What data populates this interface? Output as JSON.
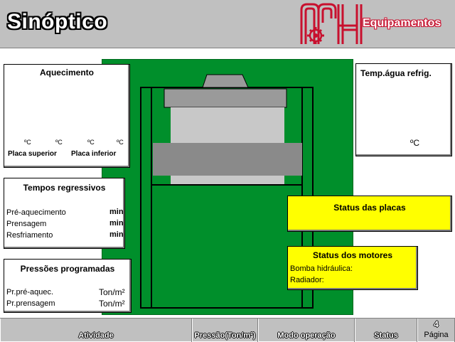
{
  "header": {
    "title": "Sinóptico",
    "brand": "Equipamentos",
    "colors": {
      "brand": "#c8102e",
      "press_green": "#008f2b",
      "status_yellow": "#ffff00"
    }
  },
  "aquecimento": {
    "title": "Aquecimento",
    "unit_1": "ºC",
    "unit_2": "ºC",
    "unit_3": "ºC",
    "unit_4": "ºC",
    "label_superior": "Placa superior",
    "label_inferior": "Placa inferior"
  },
  "temp_agua": {
    "title": "Temp.água refrig.",
    "unit": "ºC"
  },
  "tempos": {
    "title": "Tempos regressivos",
    "rows": [
      {
        "label": "Pré-aquecimento",
        "unit": "min"
      },
      {
        "label": "Prensagem",
        "unit": "min"
      },
      {
        "label": "Resfriamento",
        "unit": "min"
      }
    ]
  },
  "pressoes": {
    "title": "Pressões programadas",
    "rows": [
      {
        "label": "Pr.pré-aquec.",
        "unit": "Ton/m²"
      },
      {
        "label": "Pr.prensagem",
        "unit": "Ton/m²"
      }
    ]
  },
  "status_placas": {
    "title": "Status das placas"
  },
  "status_motores": {
    "title": "Status dos motores",
    "bomba": "Bomba hidráulica:",
    "radiador": "Radiador:"
  },
  "footer": {
    "atividade": "Atividade",
    "pressao": "Pressão(Ton/m²)",
    "modo": "Modo operação",
    "status": "Status",
    "page_number": "4",
    "page_label": "Página"
  }
}
